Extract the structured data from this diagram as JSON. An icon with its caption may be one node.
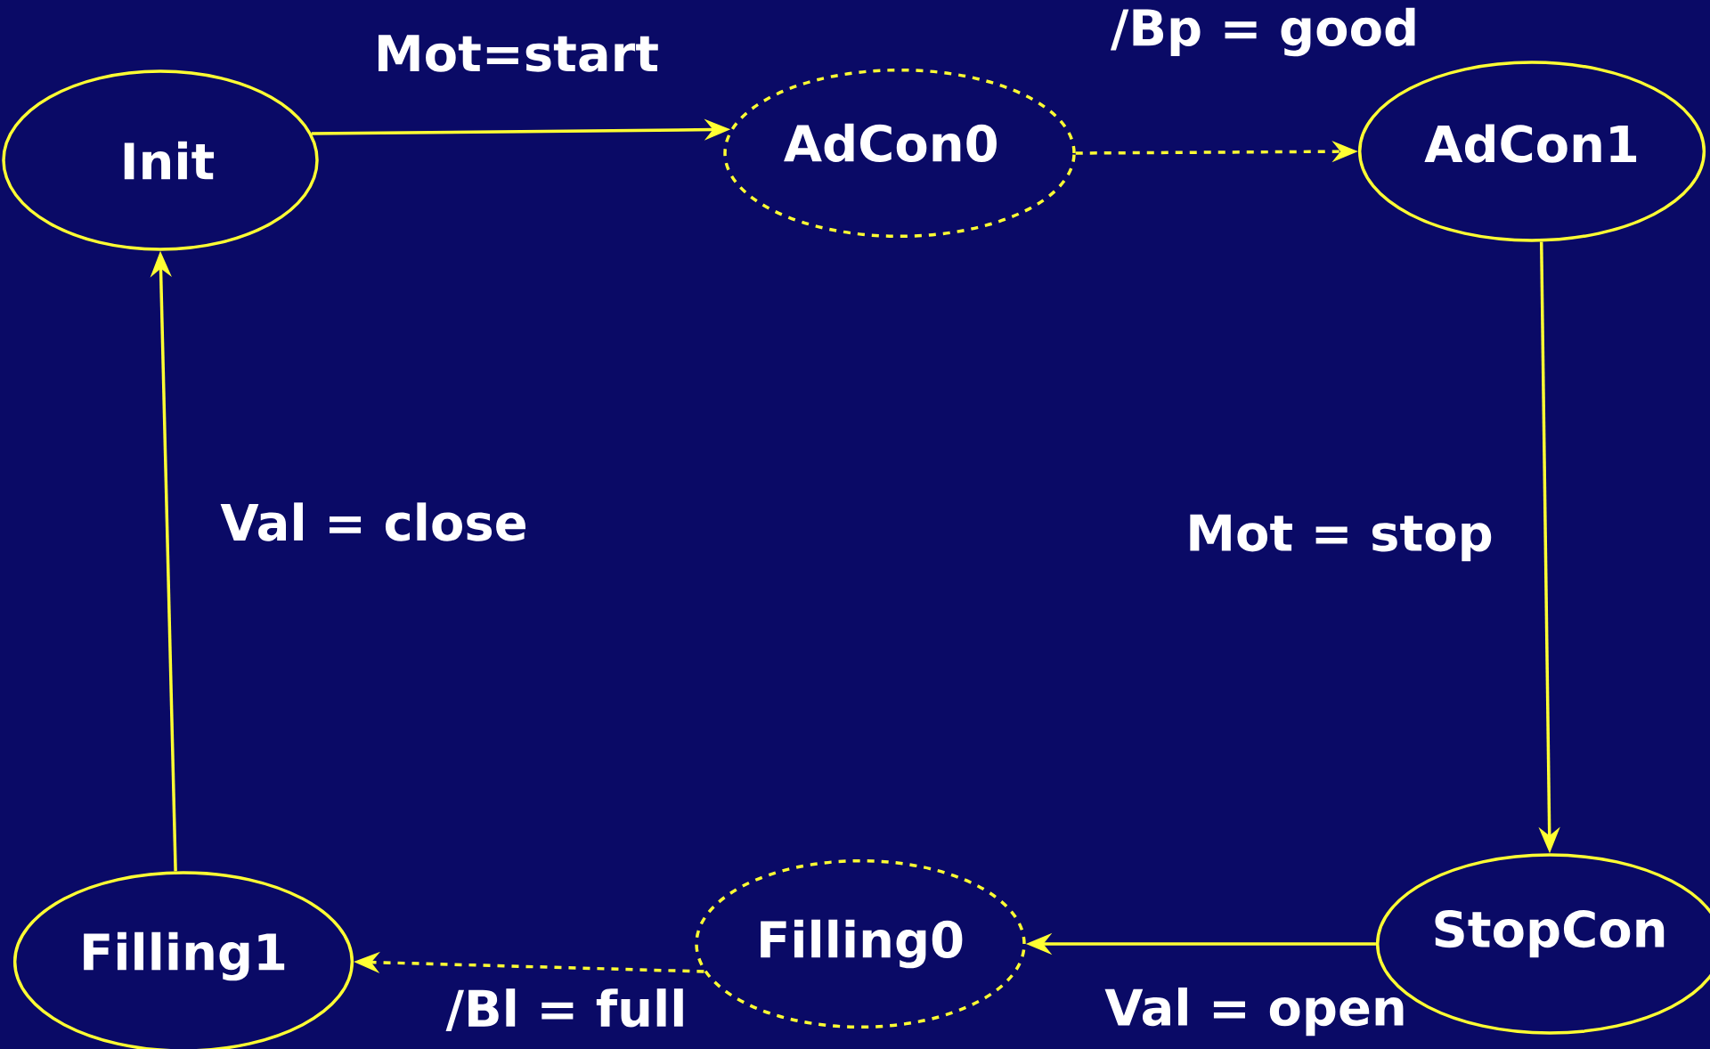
{
  "diagram": {
    "nodes": [
      {
        "text": [
          "Init"
        ]
      },
      {
        "text": [
          "AdCon0"
        ]
      },
      {
        "text": [
          "AdCon1"
        ]
      },
      {
        "text": [
          "StopCon"
        ]
      },
      {
        "text": [
          "Filling0"
        ]
      },
      {
        "text": [
          "Filling1"
        ]
      }
    ],
    "edges": [
      {
        "from": 0,
        "to": 1,
        "arrow": "to",
        "label": "Mot=start"
      },
      {
        "from": 1,
        "to": 2,
        "arrow": "to",
        "label": "/Bp = good",
        "style": "dashed"
      },
      {
        "from": 2,
        "to": 3,
        "arrow": "to",
        "label": "Mot = stop"
      },
      {
        "from": 3,
        "to": 4,
        "arrow": "to",
        "label": "Val = open"
      },
      {
        "from": 4,
        "to": 5,
        "arrow": "to",
        "label": "/Bl = full",
        "style": "dashed"
      },
      {
        "from": 5,
        "to": 0,
        "arrow": "to",
        "label": "Val = close"
      }
    ]
  }
}
